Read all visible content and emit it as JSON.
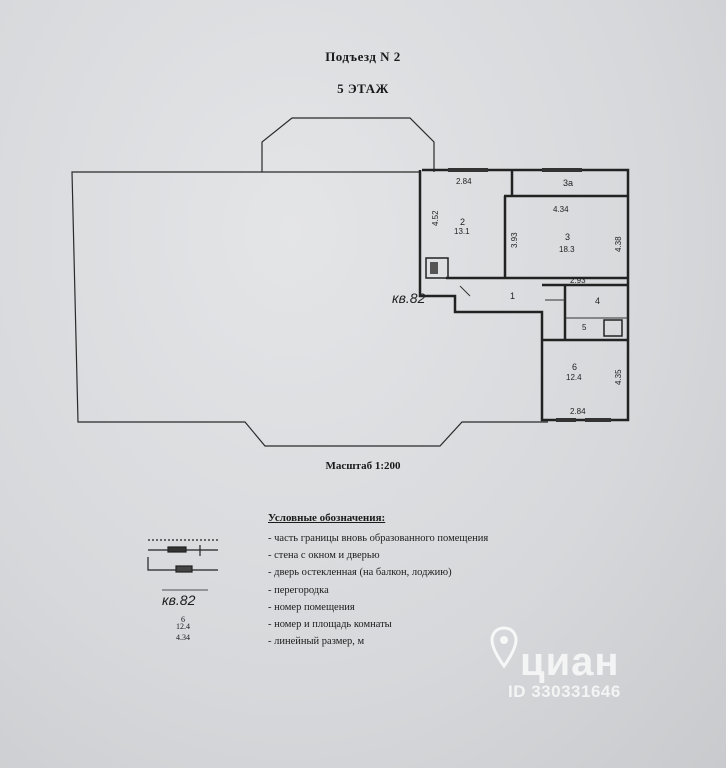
{
  "header": {
    "entrance": "Подъезд N 2",
    "floor": "5 ЭТАЖ"
  },
  "apartment_label": "кв.82",
  "rooms": [
    {
      "num": "2",
      "area": "13.1"
    },
    {
      "num": "3",
      "area": "18.3"
    },
    {
      "num": "3а",
      "area": ""
    },
    {
      "num": "1",
      "area": ""
    },
    {
      "num": "4",
      "area": ""
    },
    {
      "num": "5",
      "area": ""
    },
    {
      "num": "6",
      "area": "12.4"
    }
  ],
  "dimensions": [
    "2.84",
    "4.52",
    "3.93",
    "4.34",
    "4.38",
    "2.93",
    "4.35",
    "2.84"
  ],
  "scale": "Масштаб 1:200",
  "legend": {
    "title": "Условные обозначения:",
    "items": [
      "- часть границы вновь образованного помещения",
      "- стена с окном и дверью",
      "- дверь остекленная (на балкон, лоджию)",
      "- перегородка",
      "- номер помещения",
      "- номер и площадь комнаты",
      "- линейный размер, м"
    ],
    "symbol_apartment": "кв.82",
    "symbol_room_num": "6",
    "symbol_room_area": "12.4",
    "symbol_dim": "4.34"
  },
  "watermark": {
    "brand": "циан",
    "id": "ID 330331646"
  }
}
